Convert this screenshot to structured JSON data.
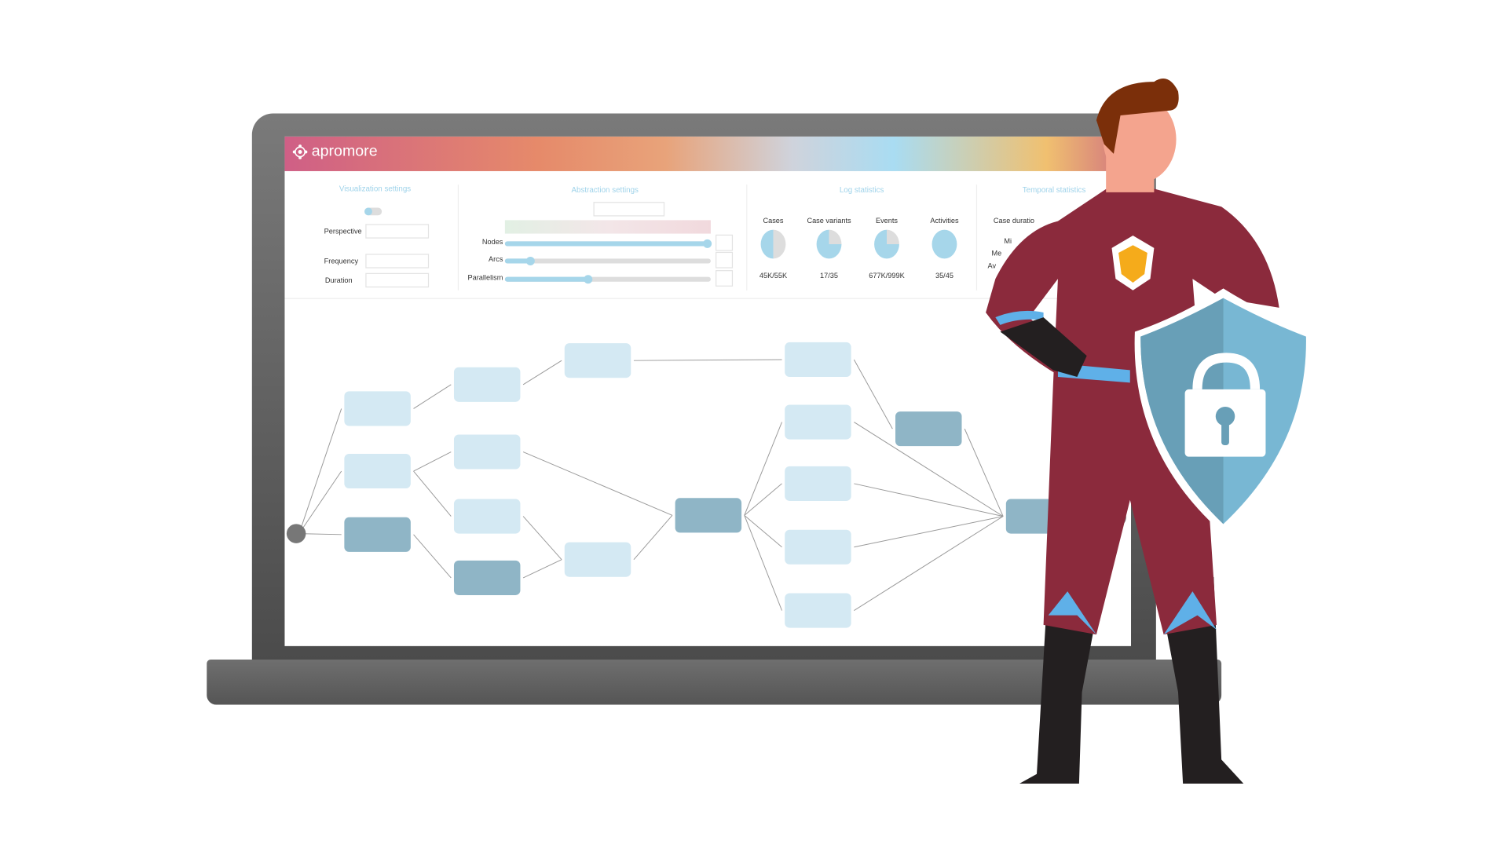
{
  "app": {
    "name": "apromore"
  },
  "visualization": {
    "title": "Visualization settings",
    "perspective_label": "Perspective",
    "frequency_label": "Frequency",
    "duration_label": "Duration"
  },
  "abstraction": {
    "title": "Abstraction settings",
    "sliders": [
      {
        "label": "Nodes",
        "value": 1.0
      },
      {
        "label": "Arcs",
        "value": 0.12
      },
      {
        "label": "Parallelism",
        "value": 0.4
      }
    ]
  },
  "log": {
    "title": "Log statistics",
    "stats": [
      {
        "label": "Cases",
        "value": "45K/55K",
        "fraction": 0.5
      },
      {
        "label": "Case variants",
        "value": "17/35",
        "fraction": 0.75
      },
      {
        "label": "Events",
        "value": "677K/999K",
        "fraction": 0.75
      },
      {
        "label": "Activities",
        "value": "35/45",
        "fraction": 1.0
      }
    ]
  },
  "temporal": {
    "title": "Temporal statistics",
    "case_duration_label": "Case duratio",
    "rows": [
      "Mi",
      "Me",
      "Av"
    ]
  },
  "colors": {
    "node_light": "#d4e9f3",
    "node_dark": "#8fb5c6",
    "accent": "#a6d6ea",
    "hero_suit": "#8b2a3c",
    "shield": "#78b7d3"
  }
}
